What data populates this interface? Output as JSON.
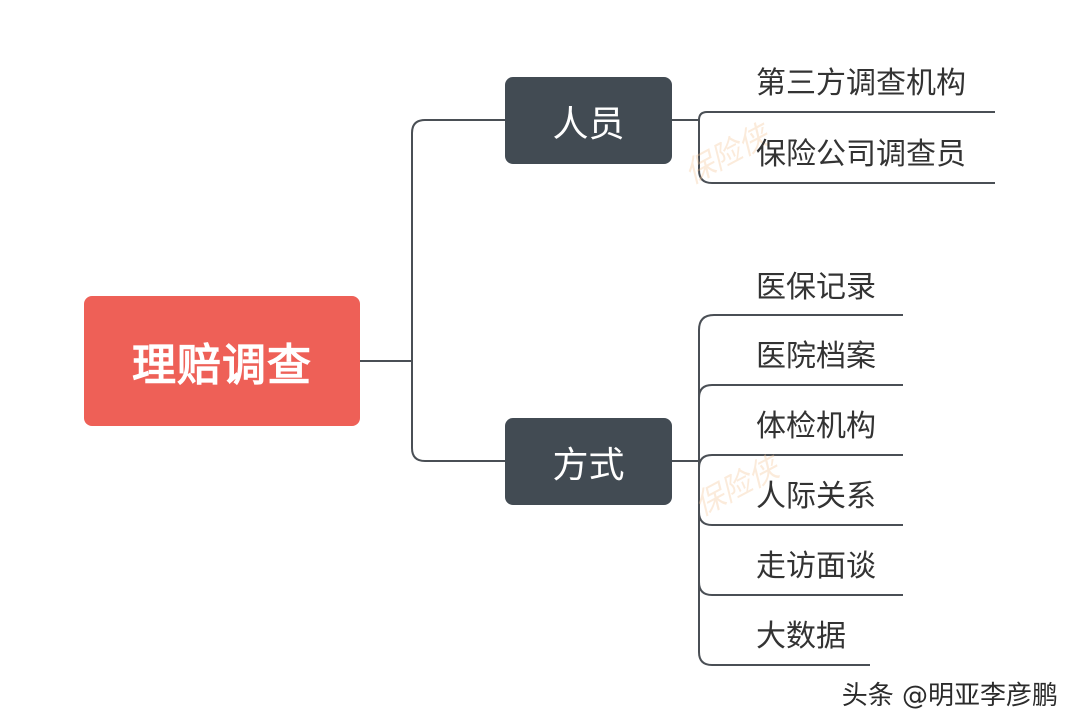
{
  "mindmap": {
    "root": "理赔调查",
    "branches": [
      {
        "label": "人员",
        "leaves": [
          "第三方调查机构",
          "保险公司调查员"
        ]
      },
      {
        "label": "方式",
        "leaves": [
          "医保记录",
          "医院档案",
          "体检机构",
          "人际关系",
          "走访面谈",
          "大数据"
        ]
      }
    ]
  },
  "watermark_text": "保险侠",
  "footer": {
    "credit": "头条 @明亚李彦鹏"
  },
  "colors": {
    "root": "#ee6057",
    "branch": "#424b53",
    "line": "#4a4f55",
    "leaf_text": "#333333"
  }
}
